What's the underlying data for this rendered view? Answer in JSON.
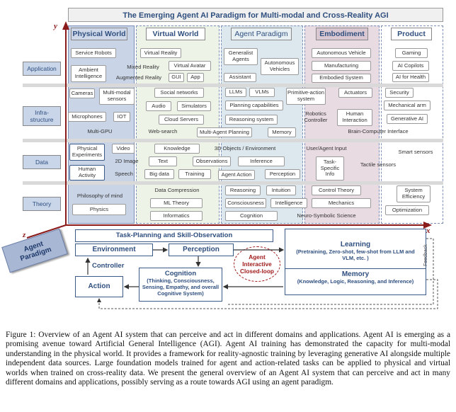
{
  "banner_title": "The Emerging Agent AI Paradigm for Multi-modal and Cross-Reality AGI",
  "axes": {
    "x": "x",
    "y": "y",
    "z": "z"
  },
  "columns": [
    "Physical World",
    "Virtual World",
    "Agent Paradigm",
    "Embodiment",
    "Product"
  ],
  "rows": {
    "application": "Application",
    "infrastructure": "Infra-structure",
    "data": "Data",
    "theory": "Theory"
  },
  "chips": {
    "service_robots": "Service Robots",
    "ambient_intelligence": "Ambient Intelligence",
    "mixed_reality": "Mixed Reality",
    "virtual_reality": "Virtual Reality",
    "virtual_avatar": "Virtual Avatar",
    "augmented_reality": "Augmented Reality",
    "gui": "GUI",
    "app": "App",
    "generalist_agents": "Generalist Agents",
    "autonomous_vehicles": "Autonomous Vehicles",
    "assistant": "Assistant",
    "autonomous_vehicle": "Autonomous Vehicle",
    "manufacturing": "Manufacturing",
    "embodied_system": "Embodied System",
    "gaming": "Gaming",
    "ai_copilots": "AI Copilots",
    "ai_for_health": "AI for Health",
    "cameras": "Cameras",
    "multimodal_sensors": "Multi-modal sensors",
    "microphones": "Microphones",
    "iot": "IOT",
    "multi_gpu": "Multi-GPU",
    "social_networks": "Social networks",
    "audio": "Audio",
    "simulators": "Simulators",
    "cloud_servers": "Cloud Servers",
    "web_search": "Web-search",
    "multi_agent_planning": "Multi-Agent Planning",
    "llms": "LLMs",
    "vlms": "VLMs",
    "primitive_action_system": "Primitive-action system",
    "planning_capabilities": "Planning capabilities",
    "reasoning_system": "Reasoning system",
    "memory_infra": "Memory",
    "actuators": "Actuators",
    "robotics_controller": "Robotics Controller",
    "human_interaction": "Human Interaction",
    "security": "Security",
    "mechanical_arm": "Mechanical arm",
    "generative_ai": "Generative AI",
    "brain_computer_interface": "Brain-Computer Interface",
    "physical_experiments": "Physical Experiments",
    "video": "Video",
    "image_2d": "2D Image",
    "human_activity": "Human Activity",
    "speech": "Speech",
    "knowledge": "Knowledge",
    "text": "Text",
    "big_data": "Big data",
    "training": "Training",
    "objects_3d": "3D Objects / Environment",
    "observations": "Observations",
    "inference": "Inference",
    "agent_action": "Agent Action",
    "perception_chip": "Perception",
    "user_agent_input": "User/Agent Input",
    "task_specific_info": "Task-Specific Info",
    "tactile_sensors": "Tactile sensors",
    "smart_sensors": "Smart sensors",
    "philosophy_of_mind": "Philosophy of mind",
    "physics": "Physics",
    "data_compression": "Data Compression",
    "ml_theory": "ML Theory",
    "informatics": "Informatics",
    "reasoning": "Reasoning",
    "intuition": "Intuition",
    "consciousness": "Consciousness",
    "intelligence": "Intelligence",
    "cognition_chip": "Cognition",
    "control_theory": "Control Theory",
    "mechanics": "Mechanics",
    "neuro_symbolic_science": "Neuro-Symbolic Science",
    "system_efficiency": "System Efficiency",
    "optimization": "Optimization"
  },
  "paradigm": {
    "label": "Agent Paradigm",
    "task_planning": "Task-Planning and Skill-Observation",
    "environment": "Environment",
    "perception": "Perception",
    "controller": "Controller",
    "action": "Action",
    "cognition": "Cognition",
    "cognition_sub": "(Thinking, Consciousness, Sensing, Empathy, and overall Cognitive System)",
    "loop": "Agent Interactive Closed-loop",
    "learning": "Learning",
    "learning_sub": "(Pretraining, Zero-shot, few-shot from LLM and VLM, etc. )",
    "memory": "Memory",
    "memory_sub": "(Knowledge, Logic, Reasoning, and Inference)",
    "feedback": "Feedback"
  },
  "caption": "Figure 1: Overview of an Agent AI system that can perceive and act in different domains and applications. Agent AI is emerging as a promising avenue toward Artificial General Intelligence (AGI). Agent AI training has demonstrated the capacity for multi-modal understanding in the physical world. It provides a framework for reality-agnostic training by leveraging generative AI alongside multiple independent data sources. Large foundation models trained for agent and action-related tasks can be applied to physical and virtual worlds when trained on cross-reality data. We present the general overview of an Agent AI system that can perceive and act in many different domains and applications, possibly serving as a route towards AGI using an agent paradigm.",
  "colors": {
    "accent": "#2f4f7f",
    "axis": "#8b1a1a",
    "loop": "#a01c1c",
    "physical": "#c9d4e6",
    "virtual": "#eef3e8",
    "paradigm": "#dde8ee",
    "embodiment": "#e9dbe2"
  }
}
